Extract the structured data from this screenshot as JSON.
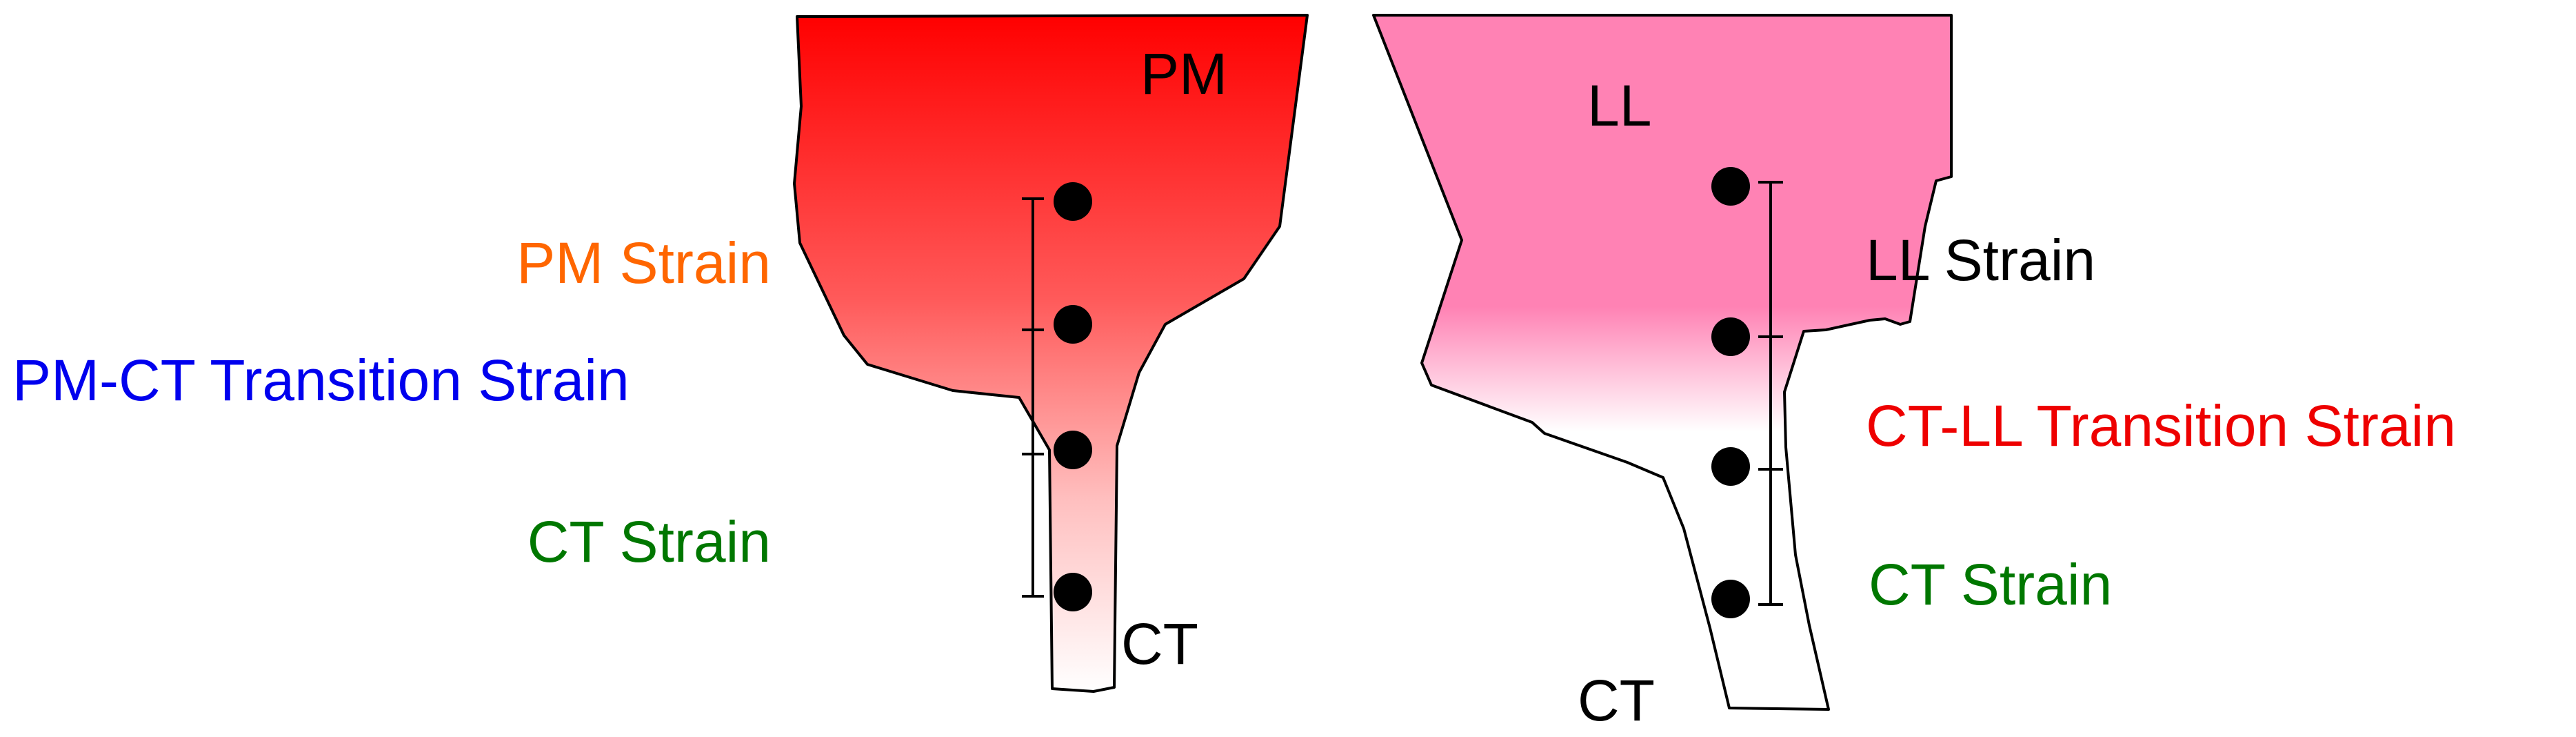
{
  "left_diagram": {
    "top_label": "PM",
    "bottom_label": "CT",
    "top_color": "#ff0000",
    "strain_labels": [
      {
        "text": "PM Strain",
        "color": "#ff6600"
      },
      {
        "text": "PM-CT Transition Strain",
        "color": "#0000ee"
      },
      {
        "text": "CT Strain",
        "color": "#007700"
      }
    ]
  },
  "right_diagram": {
    "top_label": "LL",
    "bottom_label": "CT",
    "top_color": "#ff82b4",
    "strain_labels": [
      {
        "text": "LL Strain",
        "color": "#000000"
      },
      {
        "text": "CT-LL Transition Strain",
        "color": "#ee0000"
      },
      {
        "text": "CT Strain",
        "color": "#007700"
      }
    ]
  },
  "marker_color": "#000000",
  "outline_color": "#000000"
}
